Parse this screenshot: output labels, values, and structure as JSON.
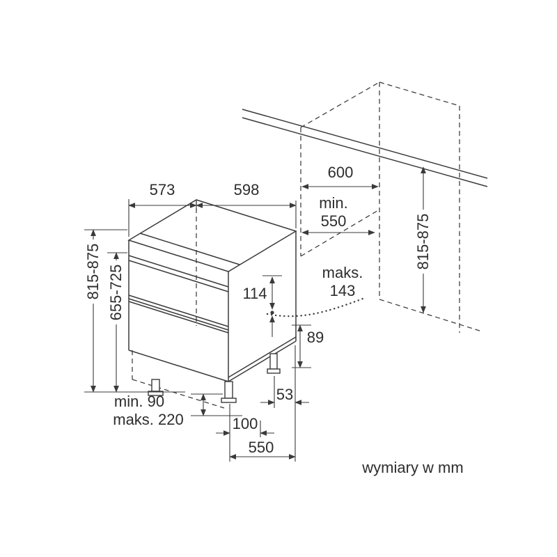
{
  "meta": {
    "caption": "wymiary w mm"
  },
  "dimensions": {
    "depth_top": "573",
    "width_top": "598",
    "niche_depth": "600",
    "niche_min_label": "min.",
    "niche_min_value": "550",
    "height_left": "815-875",
    "front_panel_height": "655-725",
    "height_right": "815-875",
    "hose_maks_label": "maks.",
    "hose_maks_value": "143",
    "hose_height": "114",
    "rear_clearance": "89",
    "rear_foot_offset": "53",
    "plinth_min": "min. 90",
    "plinth_max": "maks. 220",
    "front_offset": "100",
    "floor_depth": "550"
  }
}
